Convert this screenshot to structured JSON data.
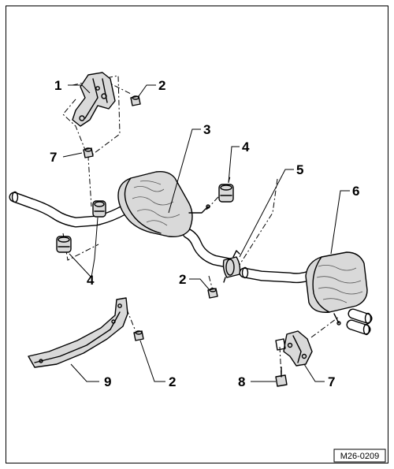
{
  "callouts": {
    "c1": "1",
    "c2_top": "2",
    "c3": "3",
    "c4_right": "4",
    "c5": "5",
    "c6": "6",
    "c7_left": "7",
    "c4_bottom": "4",
    "c2_mid": "2",
    "c9": "9",
    "c2_bottom": "2",
    "c8": "8",
    "c7_right": "7"
  },
  "reference_code": "M26-0209",
  "icons": {
    "front_silencer": "front-silencer-icon",
    "rear_silencer": "rear-silencer-icon",
    "clamp": "clamp-icon",
    "bracket": "bracket-icon",
    "rubber_mount": "rubber-mount-icon",
    "nut": "nut-icon",
    "bolt": "bolt-icon",
    "heat_shield": "heat-shield-icon"
  }
}
